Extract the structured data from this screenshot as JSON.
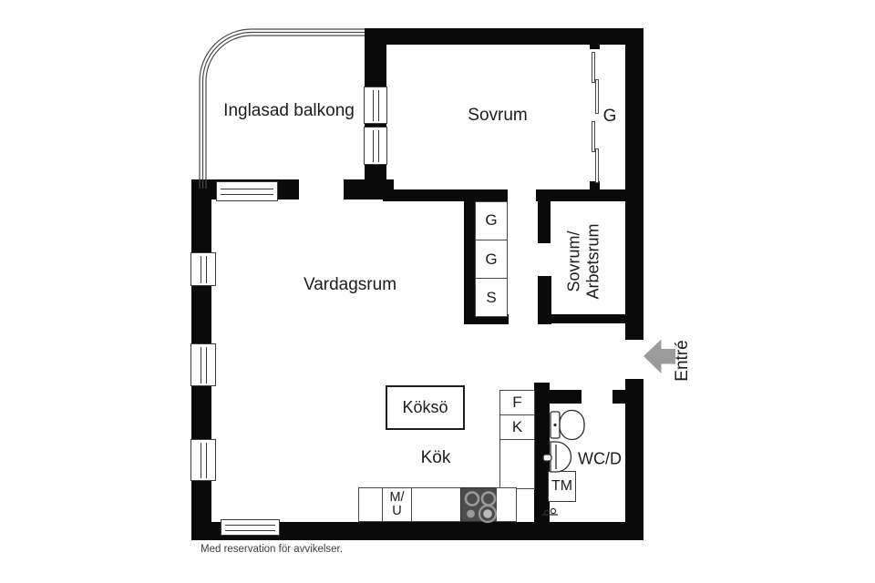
{
  "rooms": {
    "balcony": "Inglasad balkong",
    "bedroom": "Sovrum",
    "bedroom_closet": "G",
    "living": "Vardagsrum",
    "bedroom2_line1": "Sovrum/",
    "bedroom2_line2": "Arbetsrum",
    "kitchen": "Kök",
    "bathroom": "WC/D",
    "entry": "Entré"
  },
  "fixtures": {
    "closets": [
      "G",
      "G",
      "S"
    ],
    "fridge": "F",
    "freezer": "K",
    "island": "Köksö",
    "microwave_line1": "M/",
    "microwave_line2": "U",
    "washer": "TM"
  },
  "footer": {
    "disclaimer": "Med reservation för avvikelser."
  },
  "colors": {
    "wall": "#0a0a0a",
    "fixture_line": "#2b2b2b",
    "entry_arrow": "#9b9b9b",
    "stove_body": "#4c4c4c",
    "burner_ring": "#9a9a9a",
    "text": "#1c1c1c"
  }
}
